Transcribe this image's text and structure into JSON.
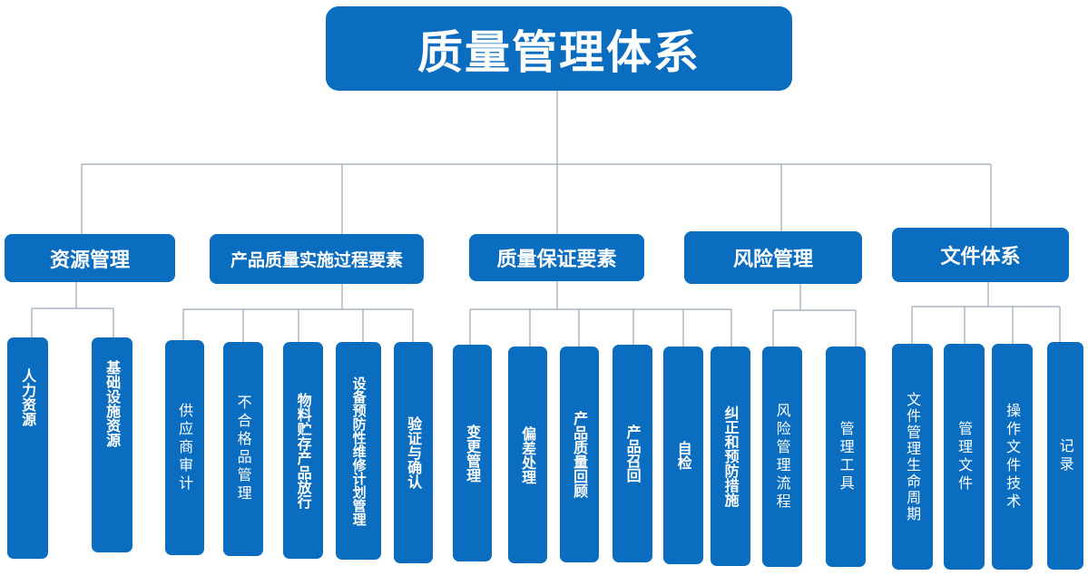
{
  "root": {
    "title": "质量管理体系"
  },
  "categories": [
    {
      "label": "资源管理",
      "items": [
        "人力资源",
        "基础设施资源"
      ]
    },
    {
      "label": "产品质量实施过程要素",
      "items": [
        "供应商审计",
        "不合格品管理",
        "物料贮存产品放行",
        "设备预防性维修计划管理",
        "验证与确认"
      ]
    },
    {
      "label": "质量保证要素",
      "items": [
        "变更管理",
        "偏差处理",
        "产品质量回顾",
        "产品召回",
        "自检",
        "纠正和预防措施"
      ]
    },
    {
      "label": "风险管理",
      "items": [
        "风险管理流程",
        "管理工具"
      ]
    },
    {
      "label": "文件体系",
      "items": [
        "文件管理生命周期",
        "管理文件",
        "操作文件技术",
        "记录"
      ]
    }
  ],
  "colors": {
    "box_fill": "#0b6dbf",
    "connector": "#9aa7b6",
    "text": "#ffffff"
  }
}
